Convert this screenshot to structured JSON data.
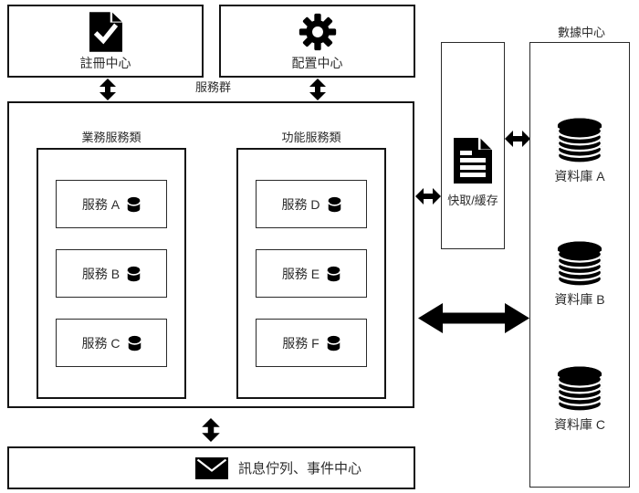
{
  "registry": {
    "label": "註冊中心",
    "icon": "document-check-icon"
  },
  "config": {
    "label": "配置中心",
    "icon": "gear-icon"
  },
  "cluster": {
    "label": "服務群",
    "groups": [
      {
        "label": "業務服務類",
        "services": [
          {
            "label": "服務 A",
            "icon": "database-cylinder-icon"
          },
          {
            "label": "服務 B",
            "icon": "database-cylinder-icon"
          },
          {
            "label": "服務 C",
            "icon": "database-cylinder-icon"
          }
        ]
      },
      {
        "label": "功能服務類",
        "services": [
          {
            "label": "服務 D",
            "icon": "database-cylinder-icon"
          },
          {
            "label": "服務 E",
            "icon": "database-cylinder-icon"
          },
          {
            "label": "服務 F",
            "icon": "database-cylinder-icon"
          }
        ]
      }
    ]
  },
  "cache": {
    "label": "快取/緩存",
    "icon": "document-lines-icon"
  },
  "datacenter": {
    "label": "數據中心",
    "databases": [
      {
        "label": "資料庫 A",
        "icon": "database-stack-icon"
      },
      {
        "label": "資料庫 B",
        "icon": "database-stack-icon"
      },
      {
        "label": "資料庫 C",
        "icon": "database-stack-icon"
      }
    ]
  },
  "message_center": {
    "label": "訊息佇列、事件中心",
    "icon": "envelope-icon"
  },
  "connections": [
    {
      "from": "註冊中心",
      "to": "服務群",
      "style": "double-arrow-vertical"
    },
    {
      "from": "配置中心",
      "to": "服務群",
      "style": "double-arrow-vertical"
    },
    {
      "from": "服務群",
      "to": "快取/緩存",
      "style": "double-arrow-horizontal"
    },
    {
      "from": "快取/緩存",
      "to": "數據中心",
      "style": "double-arrow-horizontal"
    },
    {
      "from": "服務群",
      "to": "數據中心",
      "style": "double-arrow-horizontal-bold"
    },
    {
      "from": "服務群",
      "to": "訊息佇列、事件中心",
      "style": "double-arrow-vertical"
    }
  ],
  "colors": {
    "ink": "#000000",
    "background": "#ffffff"
  }
}
